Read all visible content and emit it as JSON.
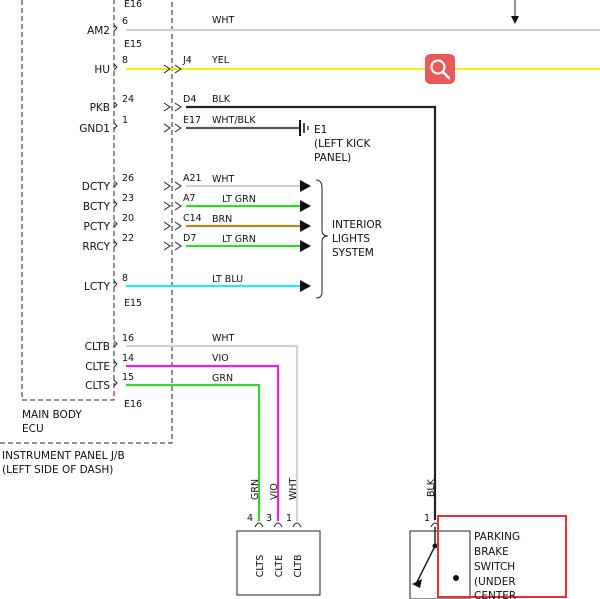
{
  "colors": {
    "WHT": "#d2d2d2",
    "YEL": "#f5ec1a",
    "BLK": "#222222",
    "LT GRN": "#35d62a",
    "BRN": "#b08a28",
    "LT BLU": "#2ee6ea",
    "VIO": "#e028d8",
    "GRN": "#35d62a",
    "highlight": "#e03434",
    "zoom_button": "#e85a5a"
  },
  "connectors": {
    "e16_top": "E16",
    "e15_a": "E15",
    "e15_b": "E15",
    "e16_bottom": "E16"
  },
  "pins": {
    "am2": {
      "label": "AM2",
      "num": "6",
      "wire": "WHT",
      "junction": ""
    },
    "hu": {
      "label": "HU",
      "num": "8",
      "wire": "YEL",
      "junction": "J4"
    },
    "pkb": {
      "label": "PKB",
      "num": "24",
      "wire": "BLK",
      "junction": "D4"
    },
    "gnd1": {
      "label": "GND1",
      "num": "1",
      "wire": "WHT/BLK",
      "junction": "E17"
    },
    "dcty": {
      "label": "DCTY",
      "num": "26",
      "wire": "WHT",
      "junction": "A21"
    },
    "bcty": {
      "label": "BCTY",
      "num": "23",
      "wire": "LT GRN",
      "junction": "A7"
    },
    "pcty": {
      "label": "PCTY",
      "num": "20",
      "wire": "BRN",
      "junction": "C14"
    },
    "rrcy": {
      "label": "RRCY",
      "num": "22",
      "wire": "LT GRN",
      "junction": "D7"
    },
    "lcty": {
      "label": "LCTY",
      "num": "8",
      "wire": "LT BLU",
      "junction": ""
    },
    "cltb": {
      "label": "CLTB",
      "num": "16",
      "wire": "WHT",
      "junction": ""
    },
    "clte": {
      "label": "CLTE",
      "num": "14",
      "wire": "VIO",
      "junction": ""
    },
    "clts": {
      "label": "CLTS",
      "num": "15",
      "wire": "GRN",
      "junction": ""
    }
  },
  "ground": {
    "name": "E1",
    "line1": "(LEFT KICK",
    "line2": "PANEL)"
  },
  "interior": {
    "line1": "INTERIOR",
    "line2": "LIGHTS",
    "line3": "SYSTEM"
  },
  "ecu": {
    "line1": "MAIN BODY",
    "line2": "ECU"
  },
  "jb": {
    "line1": "INSTRUMENT PANEL J/B",
    "line2": "(LEFT SIDE OF DASH)"
  },
  "bottom_connector": {
    "pins": [
      {
        "num": "4",
        "wire": "GRN",
        "label": "CLTS"
      },
      {
        "num": "3",
        "wire": "VIO",
        "label": "CLTE"
      },
      {
        "num": "1",
        "wire": "WHT",
        "label": "CLTB"
      }
    ]
  },
  "parking_switch": {
    "pin": "1",
    "wire": "BLK",
    "line1": "PARKING",
    "line2": "BRAKE",
    "line3": "SWITCH",
    "line4": "(UNDER",
    "line5": "CENTER"
  }
}
